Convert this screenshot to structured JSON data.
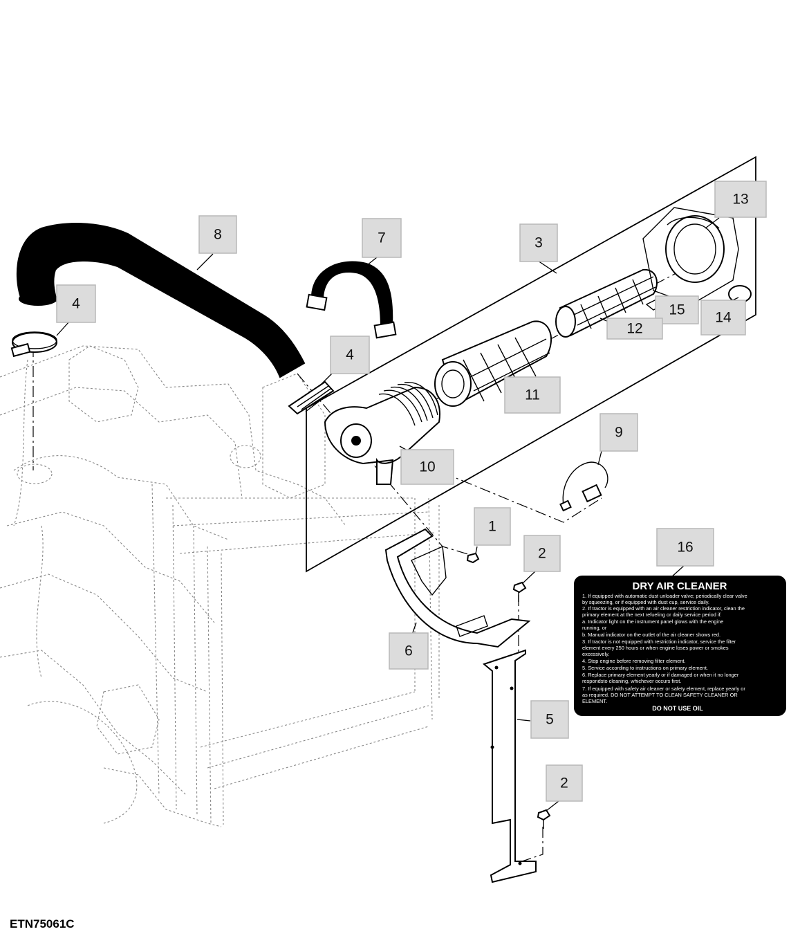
{
  "figure_id": "ETN75061C",
  "callouts": [
    {
      "key": "c8",
      "label": "8"
    },
    {
      "key": "c7",
      "label": "7"
    },
    {
      "key": "c3",
      "label": "3"
    },
    {
      "key": "c13",
      "label": "13"
    },
    {
      "key": "c4a",
      "label": "4"
    },
    {
      "key": "c4b",
      "label": "4"
    },
    {
      "key": "c15",
      "label": "15"
    },
    {
      "key": "c14",
      "label": "14"
    },
    {
      "key": "c12",
      "label": "12"
    },
    {
      "key": "c11",
      "label": "11"
    },
    {
      "key": "c10",
      "label": "10"
    },
    {
      "key": "c9",
      "label": "9"
    },
    {
      "key": "c1",
      "label": "1"
    },
    {
      "key": "c2a",
      "label": "2"
    },
    {
      "key": "c16",
      "label": "16"
    },
    {
      "key": "c6",
      "label": "6"
    },
    {
      "key": "c5",
      "label": "5"
    },
    {
      "key": "c2b",
      "label": "2"
    }
  ],
  "decal": {
    "title": "DRY  AIR  CLEANER",
    "lines": [
      "1. If equipped with automatic dust unloader valve; periodically clear valve",
      "   by squeezing, or if equipped with dust cup, service daily.",
      "2. If tractor is equipped with an air cleaner restriction indicator, clean the",
      "   primary element at the next refueling or daily service period if:",
      "   a. Indicator light on the instrument panel glows with the engine",
      "      running, or",
      "   b. Manual indicator on the outlet of the air cleaner shows red.",
      "3. If tractor is not equipped with restriction indicator, service the filter",
      "   element every 250 hours or when engine loses power or smokes",
      "   excessively.",
      "4. Stop engine before removing filter element.",
      "5. Service according to instructions on primary element.",
      "6. Replace primary element yearly or if damaged or when it no longer",
      "   respondsto cleaning, whichever occurs first.",
      "7. If equipped with safety air cleaner or safety element, replace yearly or",
      "   as required. DO NOT ATTEMPT TO CLEAN SAFETY CLEANER OR",
      "   ELEMENT."
    ],
    "footer": "DO NOT USE OIL"
  }
}
